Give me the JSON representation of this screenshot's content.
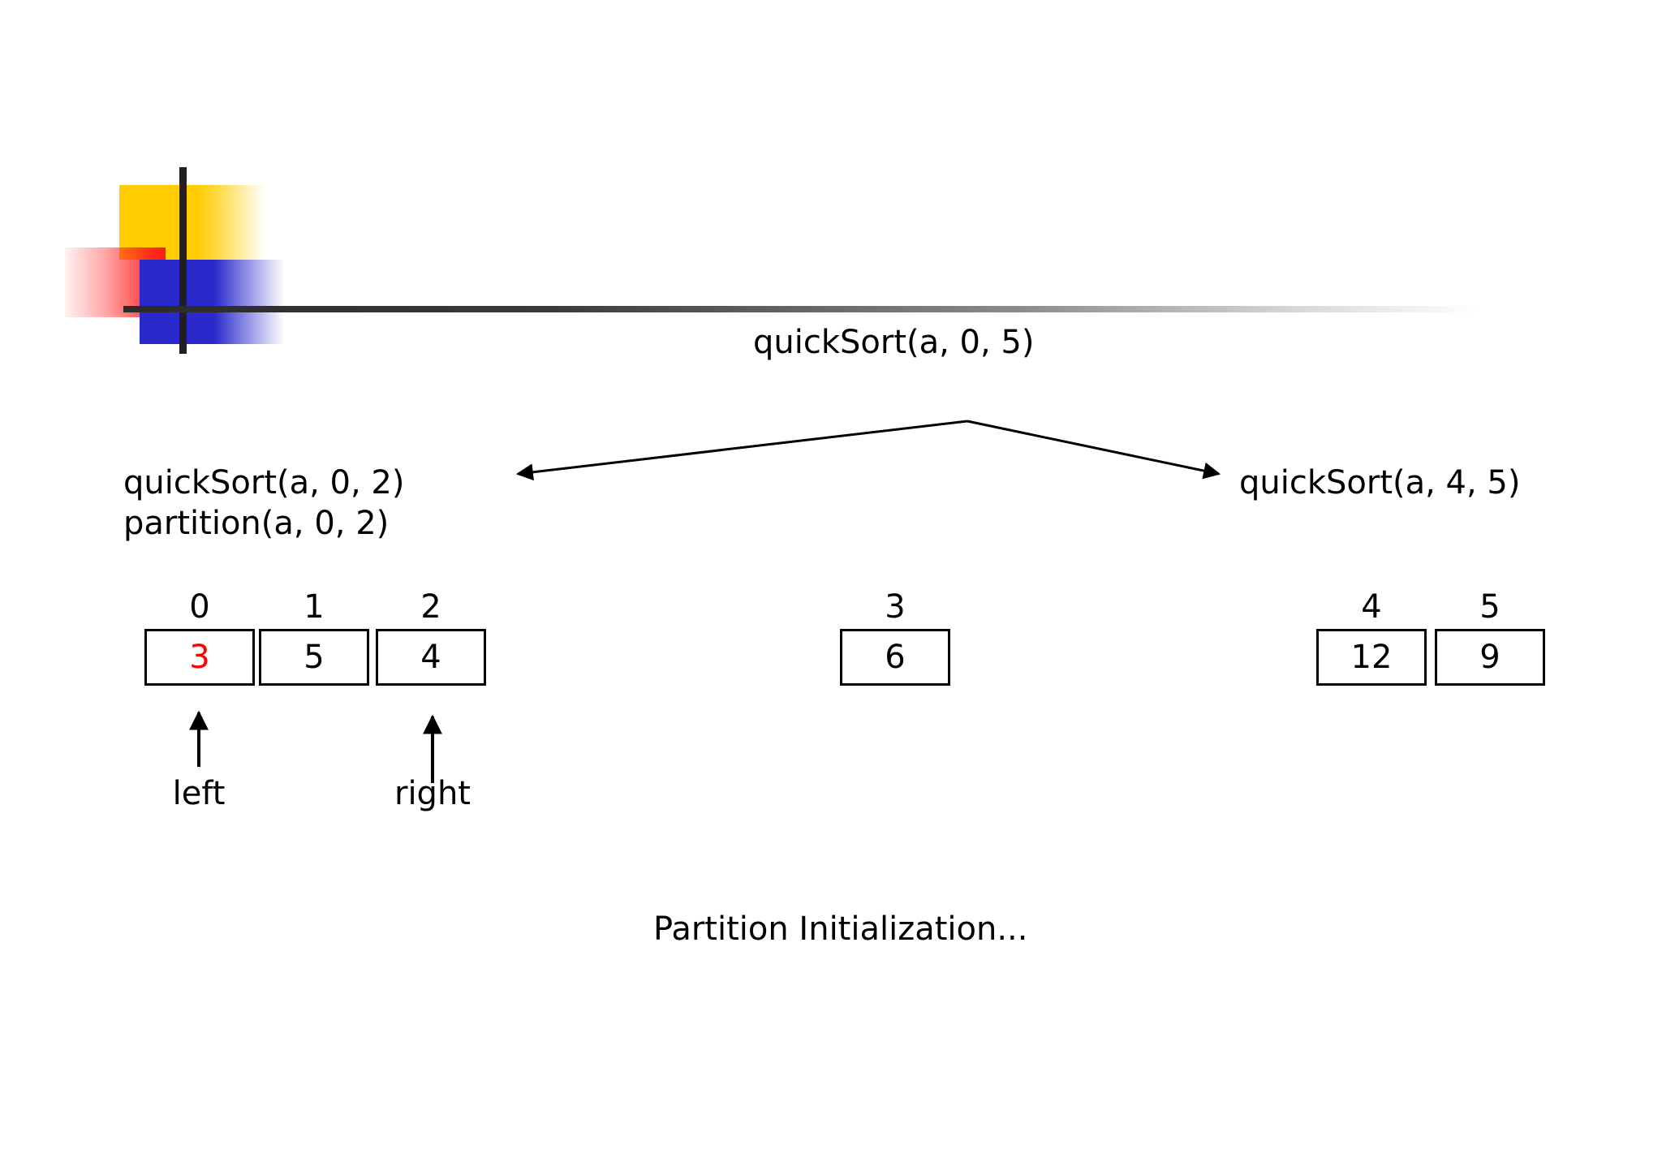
{
  "slide": {
    "logo": {
      "name": "powerpoint-template-logo",
      "colors": {
        "yellow": "#FFCC00",
        "red": "#FF1A1A",
        "blue": "#2A2ACC",
        "bar": "#231f20"
      }
    },
    "root_node_label": "quickSort(a, 0, 5)",
    "left_node_label_line1": "quickSort(a, 0, 2)",
    "left_node_label_line2": "partition(a, 0, 2)",
    "right_node_label": "quickSort(a, 4, 5)",
    "bottom_caption": "Partition Initialization...",
    "array": {
      "highlight_color": "#FF0000",
      "left_segment": {
        "indices": [
          "0",
          "1",
          "2"
        ],
        "values": [
          "3",
          "5",
          "4"
        ],
        "highlighted_index": 0
      },
      "middle_segment": {
        "indices": [
          "3"
        ],
        "values": [
          "6"
        ],
        "highlighted_index": -1
      },
      "right_segment": {
        "indices": [
          "4",
          "5"
        ],
        "values": [
          "12",
          "9"
        ],
        "highlighted_index": -1
      }
    },
    "pointers": {
      "left": "left",
      "right": "right"
    }
  }
}
